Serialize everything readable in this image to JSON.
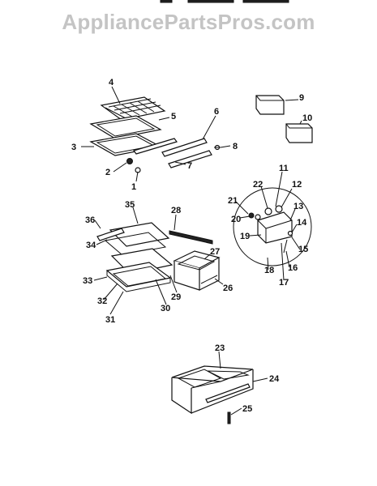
{
  "watermark": "AppliancePartsPros.com",
  "labels": {
    "p1": "1",
    "p2": "2",
    "p3": "3",
    "p4": "4",
    "p5": "5",
    "p6": "6",
    "p7": "7",
    "p8": "8",
    "p9": "9",
    "p10": "10",
    "p11": "11",
    "p12": "12",
    "p13": "13",
    "p14": "14",
    "p15": "15",
    "p16": "16",
    "p17": "17",
    "p18": "18",
    "p19": "19",
    "p20": "20",
    "p21": "21",
    "p22": "22",
    "p23": "23",
    "p24": "24",
    "p25": "25",
    "p26": "26",
    "p27": "27",
    "p28": "28",
    "p29": "29",
    "p30": "30",
    "p31": "31",
    "p32": "32",
    "p33": "33",
    "p34": "34",
    "p35": "35",
    "p36": "36"
  }
}
